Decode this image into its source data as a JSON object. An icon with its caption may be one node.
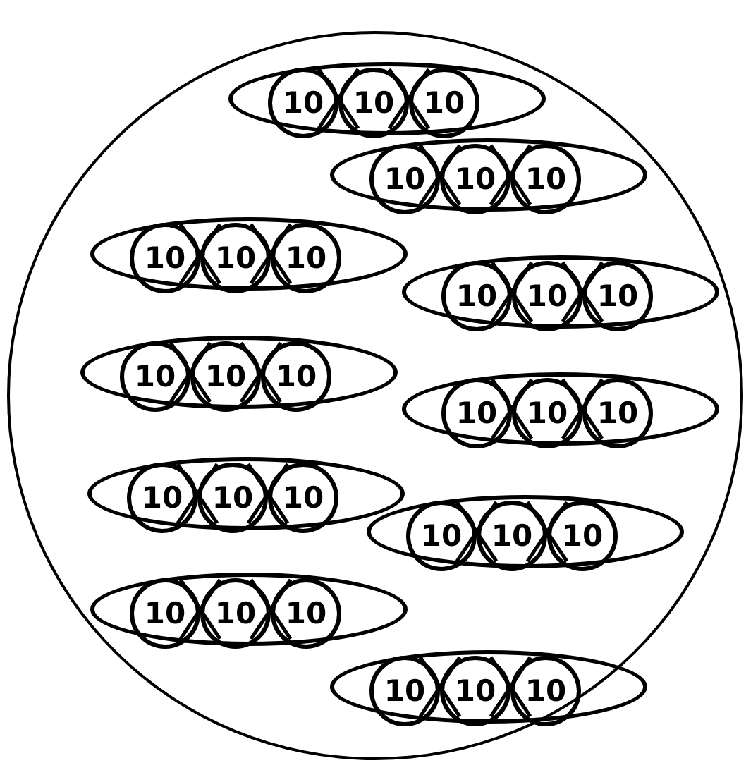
{
  "diagram": {
    "nodes": [
      {
        "text": [],
        "shape": "circle"
      },
      {
        "text": [],
        "shape": "ellipse",
        "in": 0
      },
      {
        "text": [
          "10"
        ],
        "in": 1
      },
      {
        "text": [
          "10"
        ],
        "in": 1
      },
      {
        "text": [
          "10"
        ],
        "in": 1
      },
      {
        "text": [],
        "shape": "ellipse",
        "in": 0
      },
      {
        "text": [
          "10"
        ],
        "in": 5
      },
      {
        "text": [
          "10"
        ],
        "in": 5
      },
      {
        "text": [
          "10"
        ],
        "in": 5
      },
      {
        "text": [],
        "shape": "ellipse",
        "in": 0
      },
      {
        "text": [
          "10"
        ],
        "in": 9
      },
      {
        "text": [
          "10"
        ],
        "in": 9
      },
      {
        "text": [
          "10"
        ],
        "in": 9
      },
      {
        "text": [],
        "shape": "ellipse",
        "in": 0
      },
      {
        "text": [
          "10"
        ],
        "in": 13
      },
      {
        "text": [
          "10"
        ],
        "in": 13
      },
      {
        "text": [
          "10"
        ],
        "in": 13
      },
      {
        "text": [],
        "shape": "ellipse",
        "in": 0
      },
      {
        "text": [
          "10"
        ],
        "in": 17
      },
      {
        "text": [
          "10"
        ],
        "in": 17
      },
      {
        "text": [
          "10"
        ],
        "in": 17
      },
      {
        "text": [],
        "shape": "ellipse",
        "in": 0
      },
      {
        "text": [
          "10"
        ],
        "in": 21
      },
      {
        "text": [
          "10"
        ],
        "in": 21
      },
      {
        "text": [
          "10"
        ],
        "in": 21
      },
      {
        "text": [],
        "shape": "ellipse",
        "in": 0
      },
      {
        "text": [
          "10"
        ],
        "in": 25
      },
      {
        "text": [
          "10"
        ],
        "in": 25
      },
      {
        "text": [
          "10"
        ],
        "in": 25
      },
      {
        "text": [],
        "shape": "ellipse",
        "in": 0
      },
      {
        "text": [
          "10"
        ],
        "in": 29
      },
      {
        "text": [
          "10"
        ],
        "in": 29
      },
      {
        "text": [
          "10"
        ],
        "in": 29
      },
      {
        "text": [],
        "shape": "ellipse",
        "in": 0
      },
      {
        "text": [
          "10"
        ],
        "in": 33
      },
      {
        "text": [
          "10"
        ],
        "in": 33
      },
      {
        "text": [
          "10"
        ],
        "in": 33
      },
      {
        "text": [],
        "shape": "ellipse",
        "in": 0
      },
      {
        "text": [
          "10"
        ],
        "in": 37
      },
      {
        "text": [
          "10"
        ],
        "in": 37
      },
      {
        "text": [
          "10"
        ],
        "in": 37
      }
    ]
  }
}
